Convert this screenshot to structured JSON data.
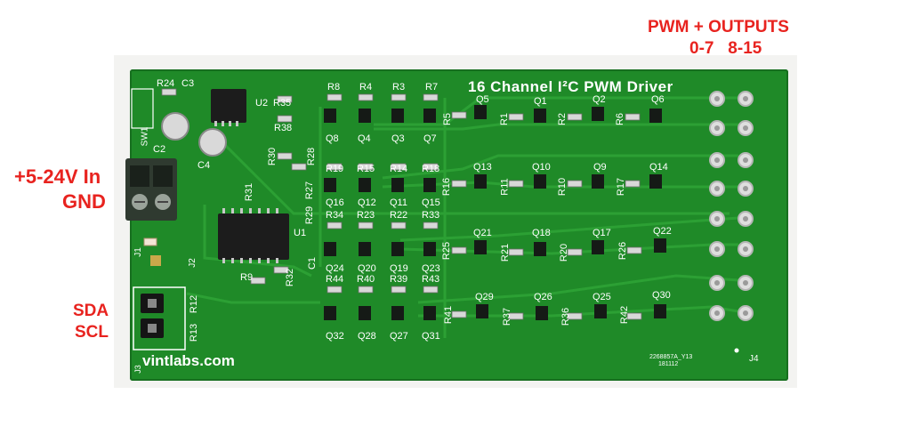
{
  "callouts": {
    "pwm_outputs_title": "PWM + OUTPUTS",
    "pwm_outputs_ranges": "0-7   8-15",
    "power_in": "+5-24V In",
    "gnd": "GND",
    "sda": "SDA",
    "scl": "SCL"
  },
  "board": {
    "title": "16 Channel I²C PWM Driver",
    "brand": "vintlabs.com",
    "part_code": "2268857A_Y13",
    "date_code": "181112",
    "connector_labels": [
      "J1",
      "J2",
      "J3",
      "J4",
      "SW1"
    ],
    "component_labels": {
      "top_left": [
        "R24",
        "C3",
        "U2",
        "R35",
        "R38",
        "C2",
        "C4"
      ],
      "row1_resistors": [
        "R8",
        "R4",
        "R3",
        "R7"
      ],
      "row1_transistors": [
        "Q8",
        "Q4",
        "Q3",
        "Q7"
      ],
      "row1_right": [
        "Q5",
        "R5",
        "R1",
        "Q1",
        "R2",
        "Q2",
        "R6",
        "Q6"
      ],
      "row2": [
        "R30",
        "R28",
        "R19",
        "R15",
        "R14",
        "R18",
        "R31",
        "R27",
        "Q16",
        "Q12",
        "Q11",
        "Q15"
      ],
      "row2_right": [
        "Q13",
        "R16",
        "R11",
        "Q10",
        "R10",
        "Q9",
        "R17",
        "Q14"
      ],
      "row3": [
        "R34",
        "R23",
        "R22",
        "R33",
        "U1",
        "R25",
        "Q21",
        "R21",
        "Q18",
        "R20",
        "Q17",
        "R26",
        "Q22"
      ],
      "row4": [
        "Q24",
        "Q20",
        "Q19",
        "Q23",
        "R44",
        "R40",
        "R39",
        "R43",
        "R9",
        "R32",
        "C1",
        "R29"
      ],
      "row5": [
        "R12",
        "R13",
        "Q29",
        "R41",
        "R37",
        "Q26",
        "R36",
        "Q25",
        "R42",
        "Q30",
        "Q32",
        "Q28",
        "Q27",
        "Q31"
      ]
    }
  },
  "colors": {
    "callout_red": "#e8231f",
    "pcb_green": "#1f8a28",
    "silkscreen": "#ffffff",
    "terminal_block": "#2f3a30"
  }
}
